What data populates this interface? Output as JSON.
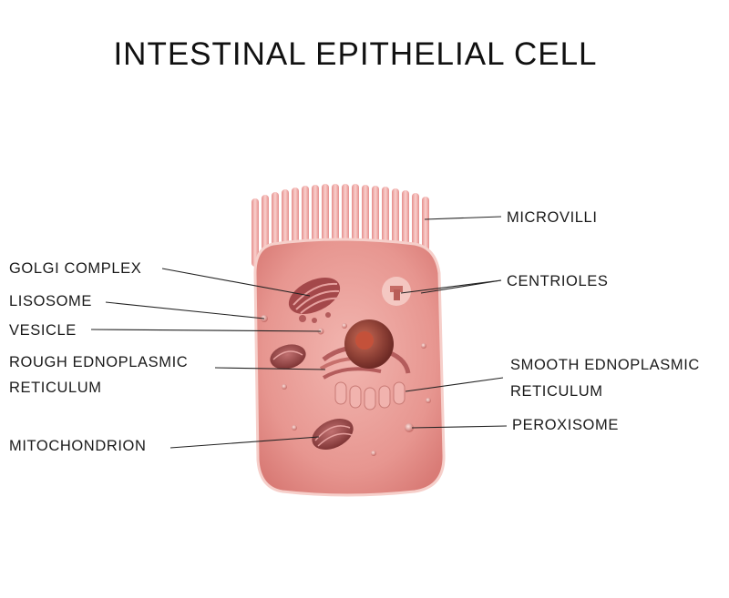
{
  "title": "INTESTINAL EPITHELIAL CELL",
  "labels": {
    "golgi": "GOLGI COMPLEX",
    "lisosome": "LISOSOME",
    "vesicle": "VESICLE",
    "rough_er_line1": "ROUGH EDNOPLASMIC",
    "rough_er_line2": "RETICULUM",
    "mitochondrion": "MITOCHONDRION",
    "microvilli": "MICROVILLI",
    "centrioles": "CENTRIOLES",
    "smooth_er_line1": "SMOOTH EDNOPLASMIC",
    "smooth_er_line2": "RETICULUM",
    "peroxisome": "PEROXISOME"
  },
  "colors": {
    "cell_body": "#e9a09c",
    "cell_edge": "#f3c3bd",
    "microvilli": "#f0a7a5",
    "nucleus": "#8a3a33",
    "organelle": "#9c4545",
    "leader_line": "#222222"
  }
}
